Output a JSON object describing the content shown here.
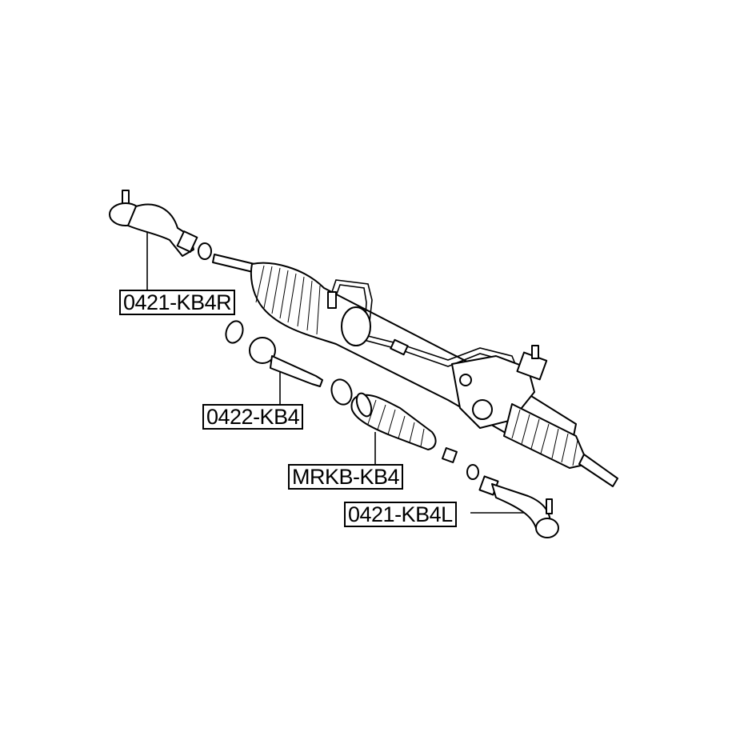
{
  "diagram": {
    "parts": [
      {
        "part_number": "0421-KB4R",
        "description_icon": "tie-rod-end-right"
      },
      {
        "part_number": "0422-KB4",
        "description_icon": "inner-tie-rod"
      },
      {
        "part_number": "MRKB-KB4",
        "description_icon": "steering-boot"
      },
      {
        "part_number": "0421-KB4L",
        "description_icon": "tie-rod-end-left"
      }
    ]
  }
}
